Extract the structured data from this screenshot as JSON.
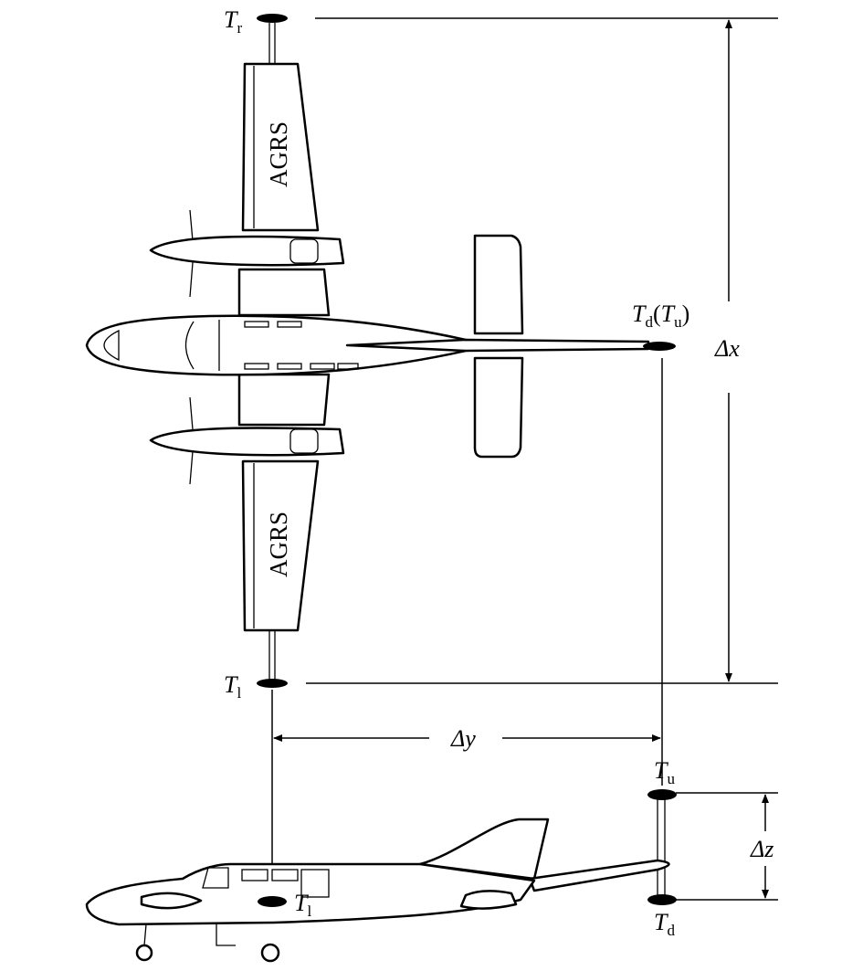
{
  "labels": {
    "t_r": {
      "main": "T",
      "sub": "r"
    },
    "t_l_top": {
      "main": "T",
      "sub": "l"
    },
    "t_d_tu": {
      "main": "T",
      "sub": "d",
      "paren_main": "T",
      "paren_sub": "u"
    },
    "delta_x": "Δx",
    "delta_y": "Δy",
    "delta_z": "Δz",
    "t_u": {
      "main": "T",
      "sub": "u"
    },
    "t_d": {
      "main": "T",
      "sub": "d"
    },
    "t_l_side": {
      "main": "T",
      "sub": "l"
    },
    "wing_top": "AGRS",
    "wing_bottom": "AGRS"
  }
}
